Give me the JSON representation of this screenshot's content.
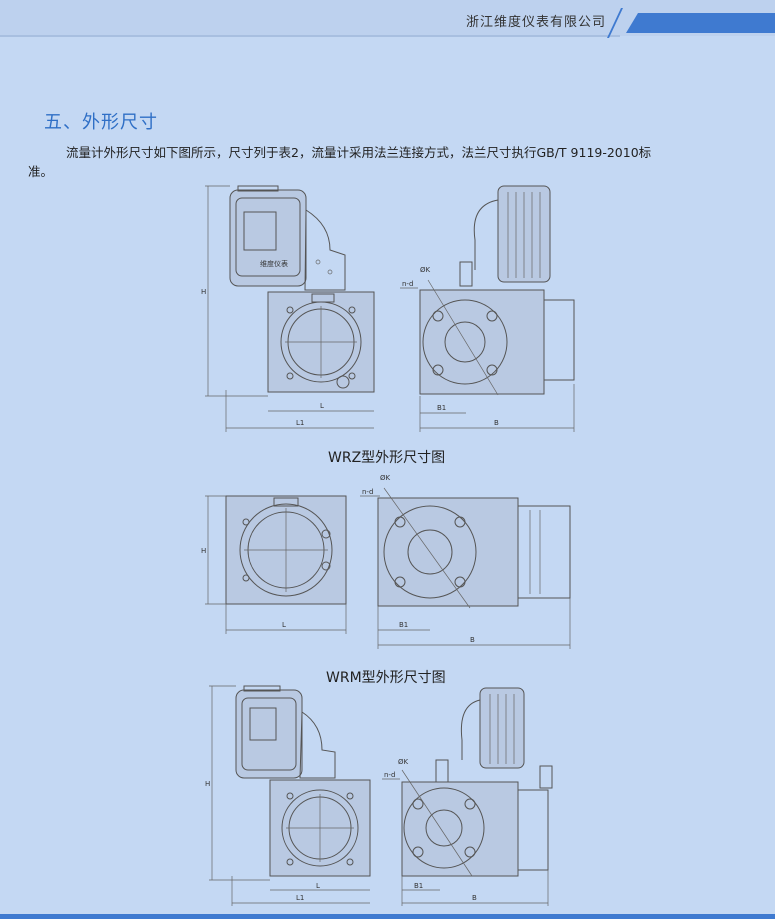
{
  "header": {
    "company": "浙江维度仪表有限公司",
    "accent_color": "#3f7ad0"
  },
  "section": {
    "title": "五、外形尺寸",
    "paragraph_line1": "流量计外形尺寸如下图所示，尺寸列于表2，流量计采用法兰连接方式，法兰尺寸执行GB/T 9119-2010标",
    "paragraph_line2": "准。"
  },
  "figures": [
    {
      "caption": "WRZ型外形尺寸图",
      "labels": {
        "H": "H",
        "L": "L",
        "L1": "L1",
        "B1": "B1",
        "B": "B",
        "K": "ØK",
        "nd": "n-d"
      }
    },
    {
      "caption": "WRM型外形尺寸图",
      "labels": {
        "H": "H",
        "L": "L",
        "B1": "B1",
        "B": "B",
        "K": "ØK",
        "nd": "n-d"
      }
    },
    {
      "caption": "",
      "labels": {
        "H": "H",
        "L": "L",
        "L1": "L1",
        "B1": "B1",
        "B": "B",
        "K": "ØK",
        "nd": "n-d"
      }
    }
  ],
  "display_badge": "维度仪表"
}
